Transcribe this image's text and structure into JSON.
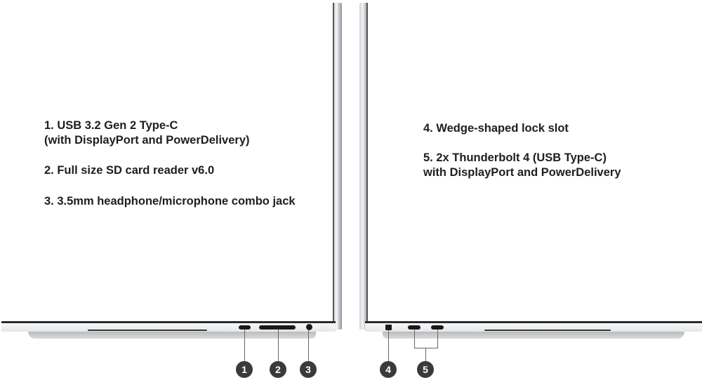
{
  "left_features": [
    {
      "line1": "1. USB 3.2 Gen 2 Type-C",
      "line2": "(with DisplayPort and PowerDelivery)"
    },
    {
      "line1": "2. Full size SD card reader v6.0"
    },
    {
      "line1": "3. 3.5mm headphone/microphone combo jack"
    }
  ],
  "right_features": [
    {
      "line1": "4. Wedge-shaped lock slot"
    },
    {
      "line1": "5. 2x Thunderbolt 4 (USB Type-C)",
      "line2": "with DisplayPort and PowerDelivery"
    }
  ],
  "badges": [
    "1",
    "2",
    "3",
    "4",
    "5"
  ]
}
